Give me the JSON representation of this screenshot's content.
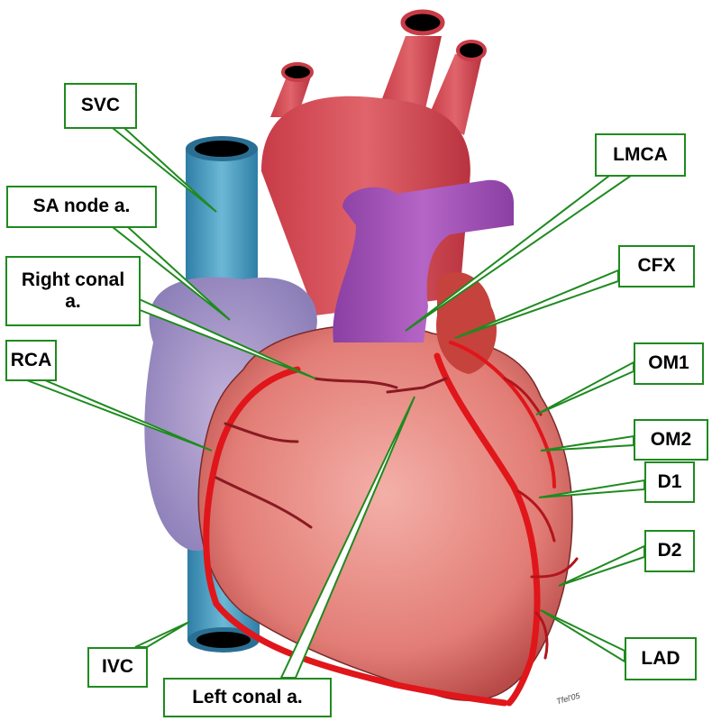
{
  "labels": {
    "svc": "SVC",
    "sa_node": "SA node a.",
    "right_conal": "Right conal a.",
    "rca": "RCA",
    "ivc": "IVC",
    "left_conal": "Left conal a.",
    "lmca": "LMCA",
    "cfx": "CFX",
    "om1": "OM1",
    "om2": "OM2",
    "d1": "D1",
    "d2": "D2",
    "lad": "LAD"
  },
  "signature": "Tfel'05",
  "colors": {
    "label_border": "#1f8a1f",
    "artery": "#e0161b",
    "heart": "#e58a86",
    "aorta": "#d9505a",
    "pulmonary": "#a052b0",
    "vein": "#4a9cc0"
  }
}
